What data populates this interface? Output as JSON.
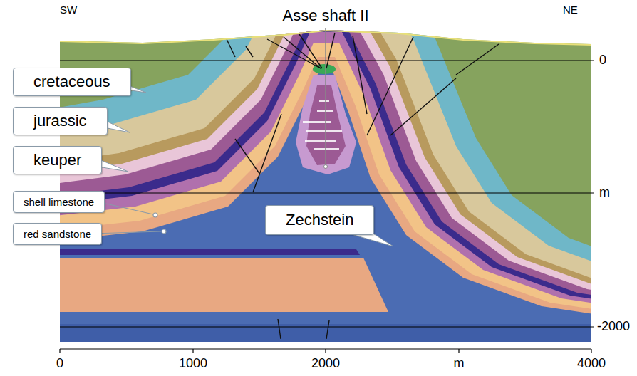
{
  "diagram": {
    "nodes": [
      {
        "text": [
          "cretaceous"
        ]
      },
      {
        "text": [
          "jurassic"
        ]
      },
      {
        "text": [
          "keuper"
        ]
      },
      {
        "text": [
          "shell limestone"
        ]
      },
      {
        "text": [
          "red sandstone"
        ]
      },
      {
        "text": [
          "Zechstein"
        ]
      }
    ],
    "labels": [
      "Asse shaft II",
      "SW",
      "NE",
      "0",
      "m",
      "-2000",
      "0",
      "1000",
      "2000",
      "m",
      "4000"
    ]
  }
}
